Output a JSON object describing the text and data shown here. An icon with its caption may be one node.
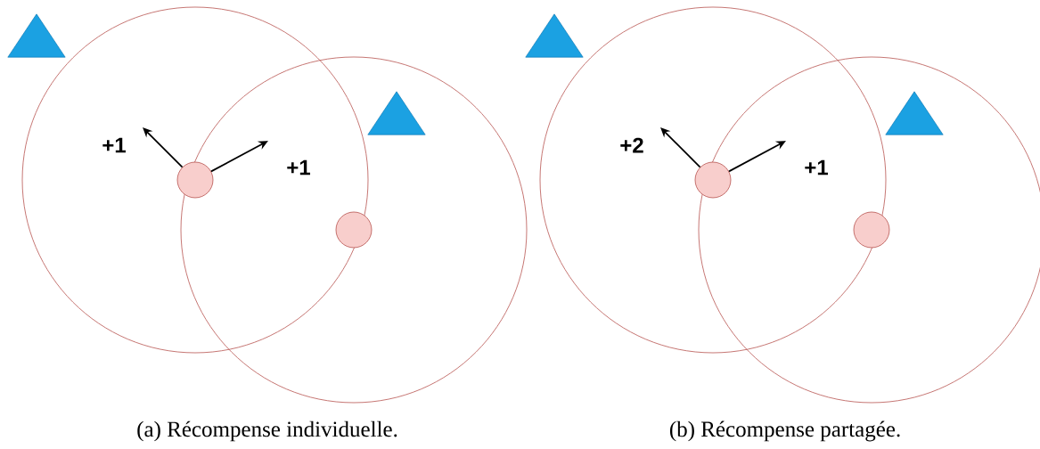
{
  "diagram": {
    "nodes": [
      {
        "text": [],
        "shape": "triangle"
      },
      {
        "text": [],
        "shape": "circle"
      },
      {
        "text": [],
        "shape": "circle"
      },
      {
        "text": [],
        "shape": "triangle",
        "in": 2
      },
      {
        "text": [],
        "shape": "circle",
        "in": 1
      },
      {
        "text": [],
        "shape": "circle",
        "in": 2
      },
      {
        "text": [],
        "shape": "triangle"
      },
      {
        "text": [],
        "shape": "circle"
      },
      {
        "text": [],
        "shape": "circle"
      },
      {
        "text": [],
        "shape": "triangle",
        "in": 8
      },
      {
        "text": [],
        "shape": "circle",
        "in": 7
      },
      {
        "text": [],
        "shape": "circle",
        "in": 8
      }
    ],
    "edges": [
      {
        "from": 4,
        "to": null,
        "arrow": "to",
        "label": "+1"
      },
      {
        "from": 4,
        "to": null,
        "arrow": "to",
        "label": "+1"
      },
      {
        "from": 10,
        "to": null,
        "arrow": "to",
        "label": "+2"
      },
      {
        "from": 10,
        "to": null,
        "arrow": "to",
        "label": "+1"
      }
    ],
    "labels": [
      "(a) Récompense individuelle.",
      "(b) Récompense partagée."
    ]
  }
}
